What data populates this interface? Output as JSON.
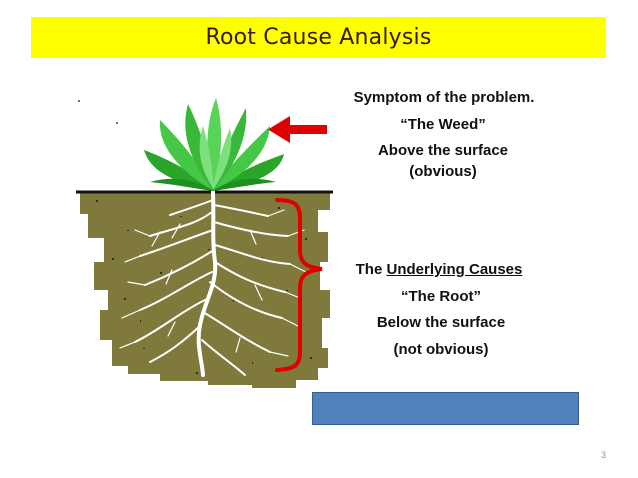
{
  "slide": {
    "title": "Root Cause Analysis",
    "page_number": "3"
  },
  "symptom": {
    "line1": "Symptom of the problem.",
    "line2": "“The Weed”",
    "line3": "Above the surface",
    "line4": "(obvious)"
  },
  "causes": {
    "prefix": "The ",
    "underlined": "Underlying Causes",
    "line2": "“The Root”",
    "line3": "Below the surface",
    "line4": "(not obvious)"
  },
  "colors": {
    "title_background": "#ffff00",
    "soil": "#7f7a3c",
    "leaves": "#3cc43c",
    "arrow": "#e00000",
    "brace": "#e00000",
    "blue_box": "#4f81bd"
  }
}
